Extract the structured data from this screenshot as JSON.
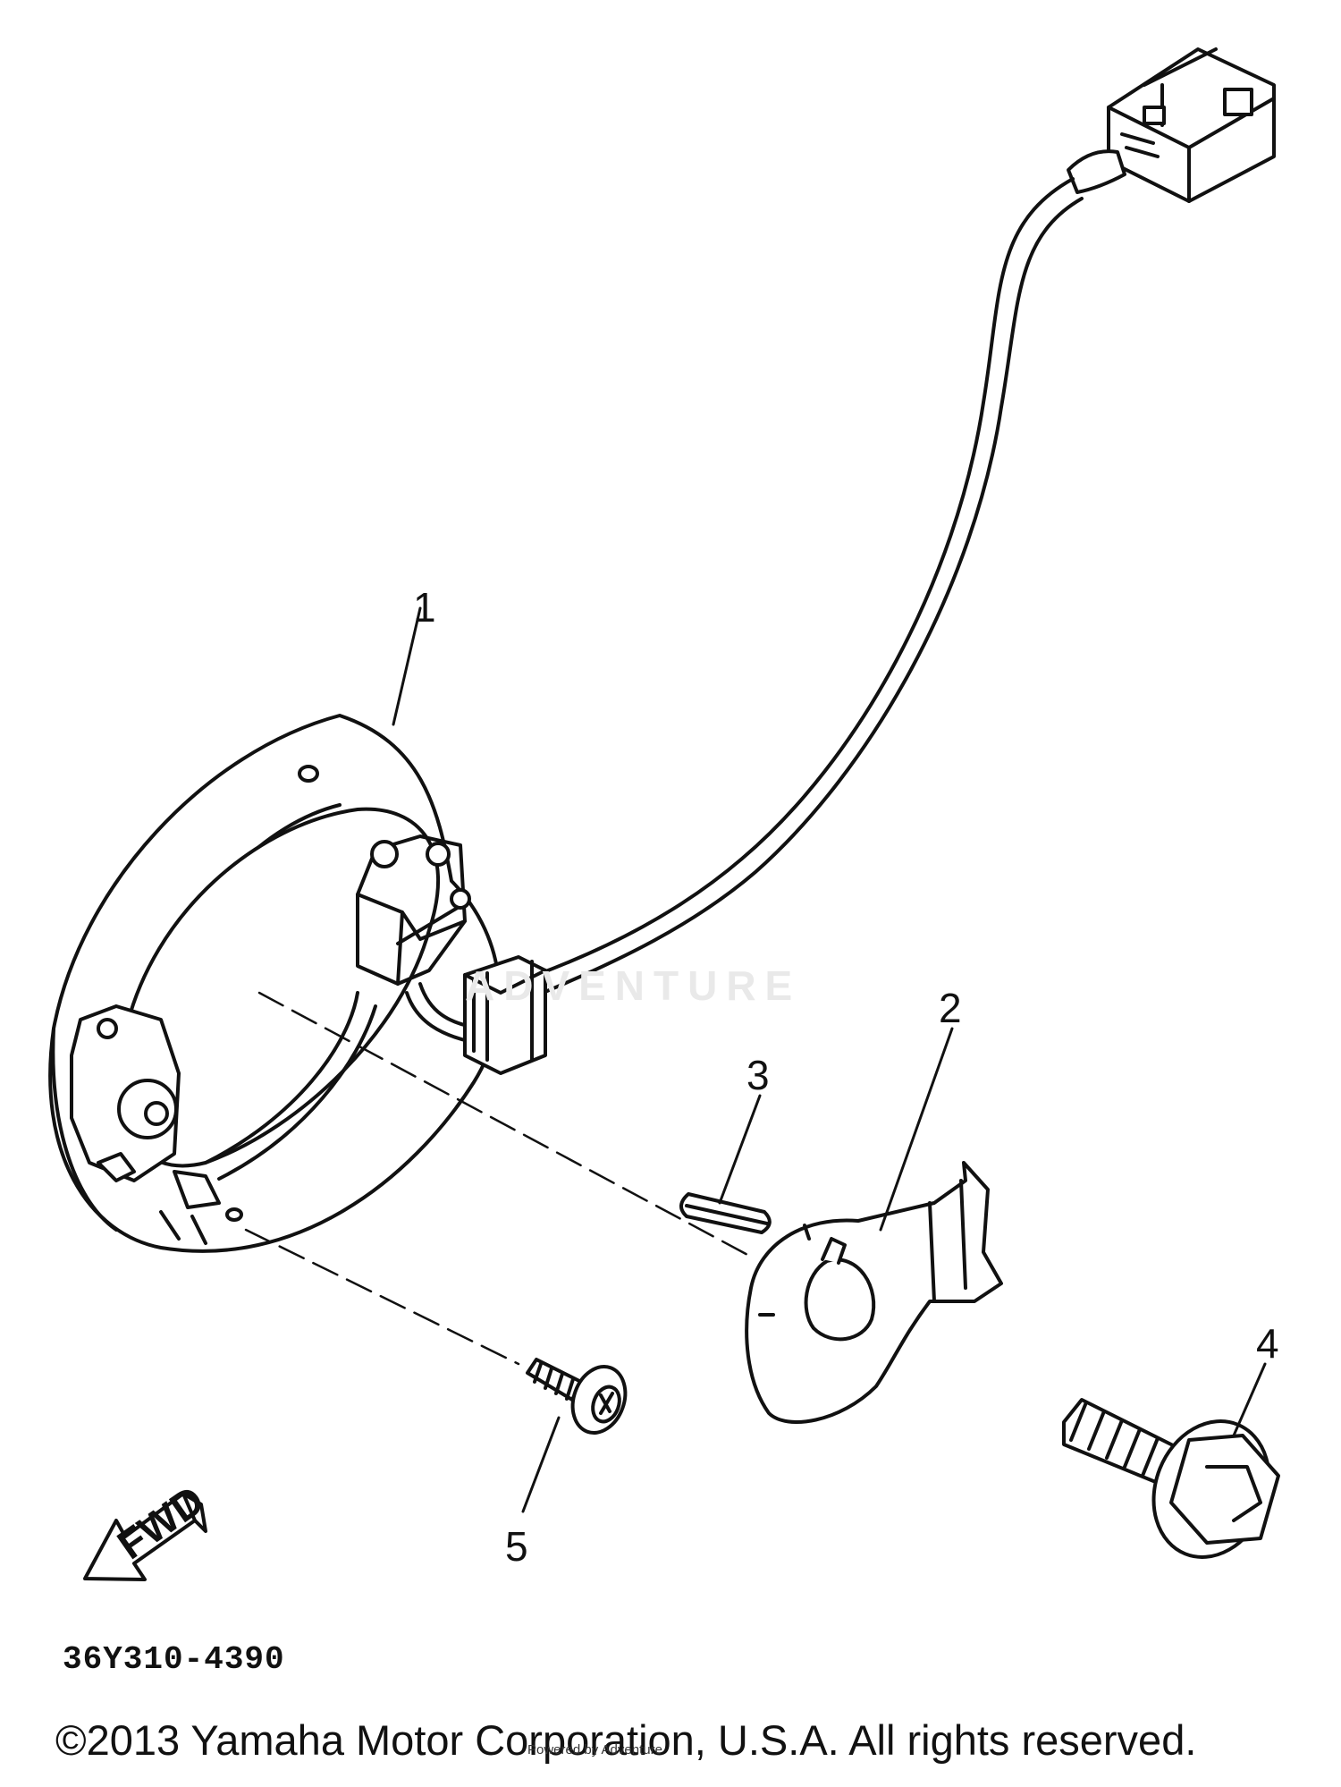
{
  "parts": [
    {
      "ref": "1"
    },
    {
      "ref": "2"
    },
    {
      "ref": "3"
    },
    {
      "ref": "4"
    },
    {
      "ref": "5"
    }
  ],
  "fwd_label": "FWD",
  "diagram_code": "36Y310-4390",
  "copyright": "©2013 Yamaha Motor Corporation, U.S.A. All rights reserved.",
  "watermark_text": "ADVENTURE",
  "credit_text": "Powered by Adventure"
}
